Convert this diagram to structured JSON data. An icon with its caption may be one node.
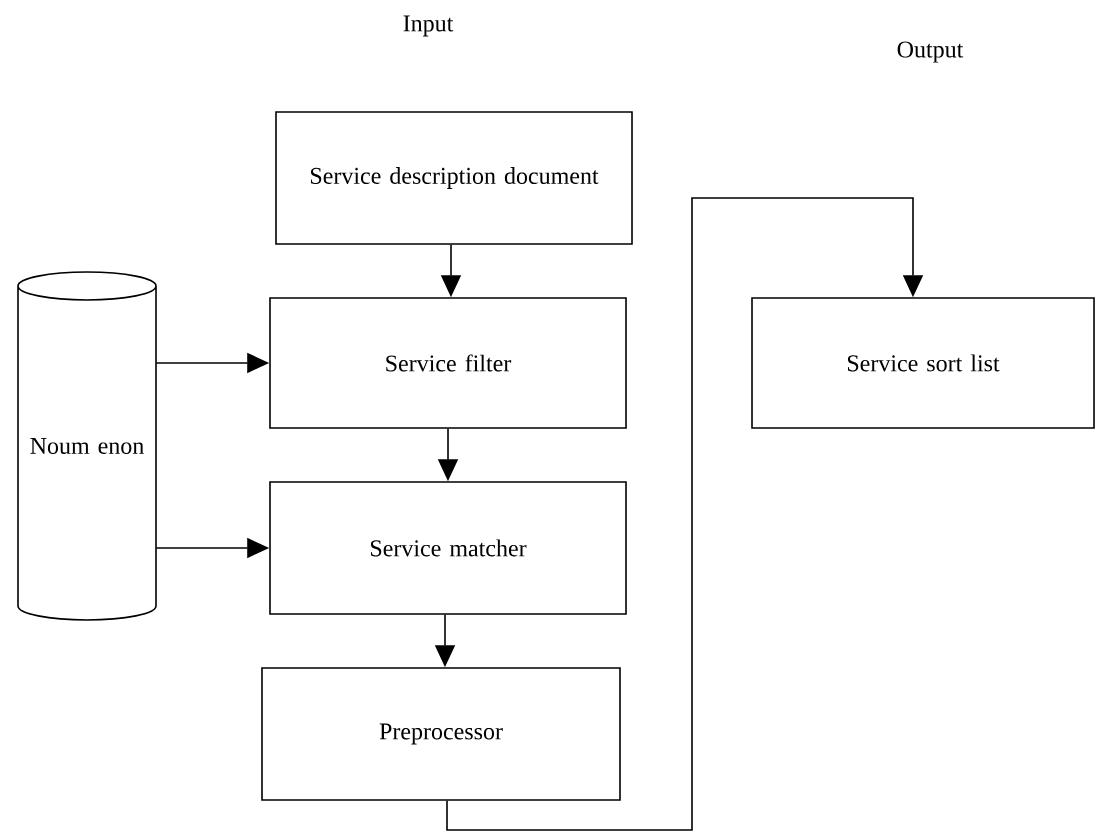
{
  "diagram": {
    "nodes": [
      {
        "text": [
          "Service description document"
        ]
      },
      {
        "text": [
          "Service filter"
        ]
      },
      {
        "text": [
          "Service matcher"
        ]
      },
      {
        "text": [
          "Preprocessor"
        ]
      },
      {
        "text": [
          "Service sort list"
        ]
      },
      {
        "text": [
          "Noum enon"
        ]
      }
    ],
    "edges": [
      {
        "from": 0,
        "to": 1,
        "arrow": "to"
      },
      {
        "from": 5,
        "to": 1,
        "arrow": "to"
      },
      {
        "from": 1,
        "to": 2,
        "arrow": "to"
      },
      {
        "from": 5,
        "to": 2,
        "arrow": "to"
      },
      {
        "from": 2,
        "to": 3,
        "arrow": "to"
      },
      {
        "from": 3,
        "to": 4,
        "arrow": "to"
      }
    ],
    "labels": [
      "Input",
      "Output"
    ]
  }
}
